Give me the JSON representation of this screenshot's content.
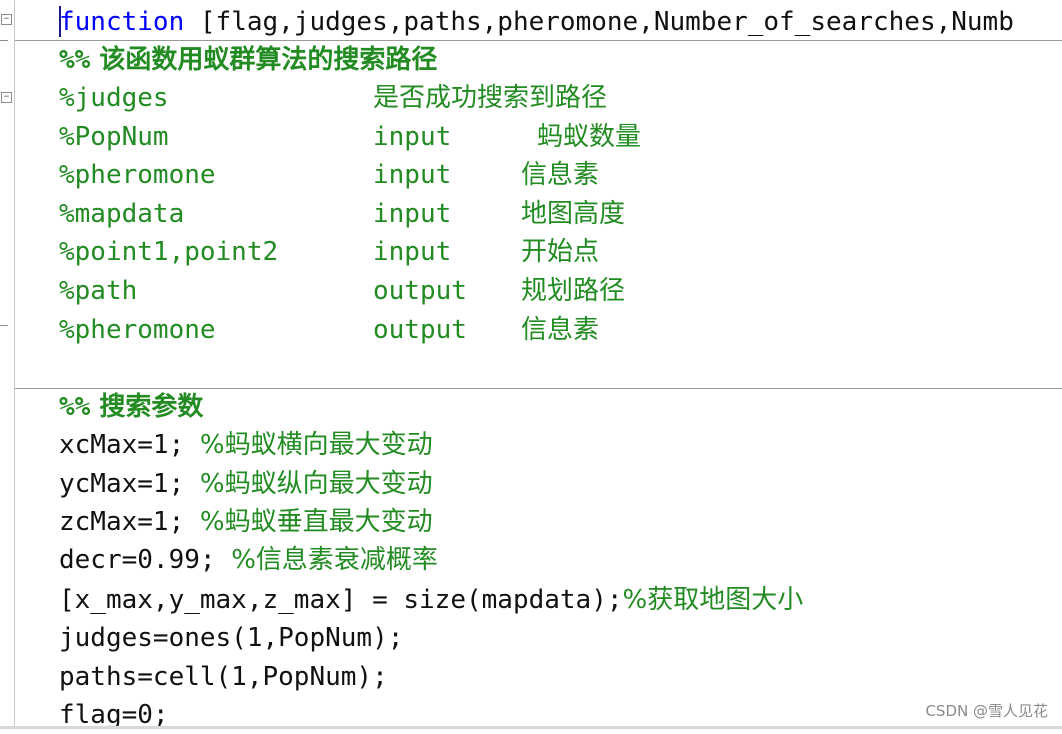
{
  "editor": {
    "function_line": {
      "keyword": "function",
      "rest": " [flag,judges,paths,pheromone,Number_of_searches,Numb"
    },
    "header_comment": {
      "prefix": "%%",
      "text": " 该函数用蚁群算法的搜索路径"
    },
    "param_table": [
      {
        "name": "%judges",
        "kind": "",
        "desc": "是否成功搜索到路径"
      },
      {
        "name": "%PopNum",
        "kind": "input",
        "desc": "蚂蚁数量"
      },
      {
        "name": "%pheromone",
        "kind": "input",
        "desc": "信息素"
      },
      {
        "name": "%mapdata",
        "kind": "input",
        "desc": "地图高度"
      },
      {
        "name": "%point1,point2",
        "kind": "input",
        "desc": "开始点"
      },
      {
        "name": "%path",
        "kind": "output",
        "desc": "规划路径"
      },
      {
        "name": "%pheromone",
        "kind": "output",
        "desc": "信息素"
      }
    ],
    "section_comment": {
      "prefix": "%%",
      "text": " 搜索参数"
    },
    "code_lines": [
      {
        "code": "xcMax=1; ",
        "comment": "%蚂蚁横向最大变动"
      },
      {
        "code": "ycMax=1; ",
        "comment": "%蚂蚁纵向最大变动"
      },
      {
        "code": "zcMax=1; ",
        "comment": "%蚂蚁垂直最大变动"
      },
      {
        "code": "decr=0.99;  ",
        "comment": "%信息素衰减概率"
      },
      {
        "code": "[x_max,y_max,z_max] = size(mapdata);",
        "comment": "%获取地图大小"
      },
      {
        "code": "judges=ones(1,PopNum);",
        "comment": ""
      },
      {
        "code": "paths=cell(1,PopNum);",
        "comment": ""
      },
      {
        "code": "flag=0;",
        "comment": ""
      }
    ]
  },
  "watermark": "CSDN @雪人见花",
  "colors": {
    "keyword": "#0000ff",
    "comment": "#228b22",
    "text": "#111111"
  }
}
